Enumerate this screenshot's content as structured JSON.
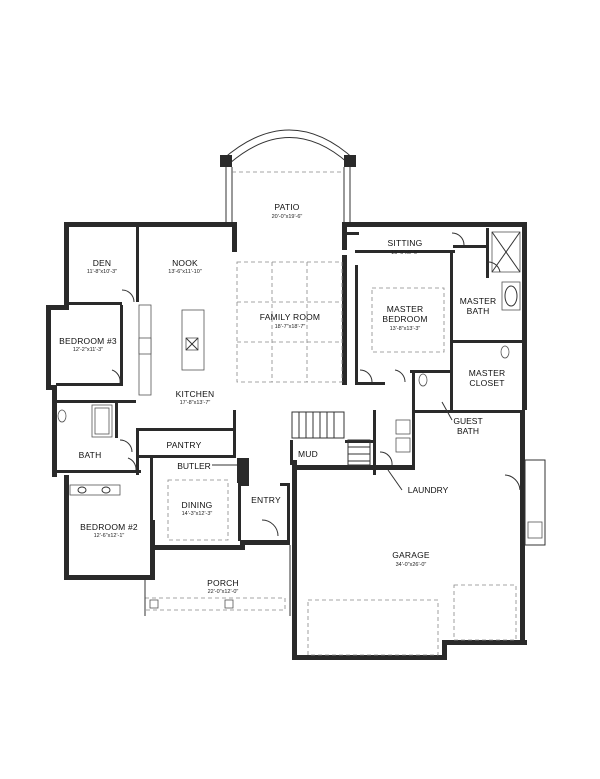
{
  "rooms": {
    "patio": {
      "name": "PATIO",
      "dim": "20'-0\"x19'-6\""
    },
    "sitting": {
      "name": "SITTING",
      "dim": "15'-6\"x6'-6\""
    },
    "den": {
      "name": "DEN",
      "dim": "11'-8\"x10'-3\""
    },
    "nook": {
      "name": "NOOK",
      "dim": "13'-6\"x11'-10\""
    },
    "family": {
      "name": "FAMILY ROOM",
      "dim": "18'-7\"x18'-7\""
    },
    "master_bedroom": {
      "name1": "MASTER",
      "name2": "BEDROOM",
      "dim": "13'-8\"x13'-3\""
    },
    "master_bath": {
      "name1": "MASTER",
      "name2": "BATH"
    },
    "master_closet": {
      "name1": "MASTER",
      "name2": "CLOSET"
    },
    "bedroom3": {
      "name": "BEDROOM #3",
      "dim": "12'-2\"x11'-3\""
    },
    "kitchen": {
      "name": "KITCHEN",
      "dim": "17'-8\"x13'-7\""
    },
    "guest_bath": {
      "name1": "GUEST",
      "name2": "BATH"
    },
    "pantry": {
      "name": "PANTRY"
    },
    "bath": {
      "name": "BATH"
    },
    "mud": {
      "name": "MUD"
    },
    "butler": {
      "name": "BUTLER"
    },
    "laundry": {
      "name": "LAUNDRY"
    },
    "dining": {
      "name": "DINING",
      "dim": "14'-3\"x12'-3\""
    },
    "entry": {
      "name": "ENTRY"
    },
    "bedroom2": {
      "name": "BEDROOM #2",
      "dim": "12'-6\"x12'-1\""
    },
    "garage": {
      "name": "GARAGE",
      "dim": "34'-0\"x26'-0\""
    },
    "porch": {
      "name": "PORCH",
      "dim": "22'-0\"x12'-0\""
    }
  }
}
